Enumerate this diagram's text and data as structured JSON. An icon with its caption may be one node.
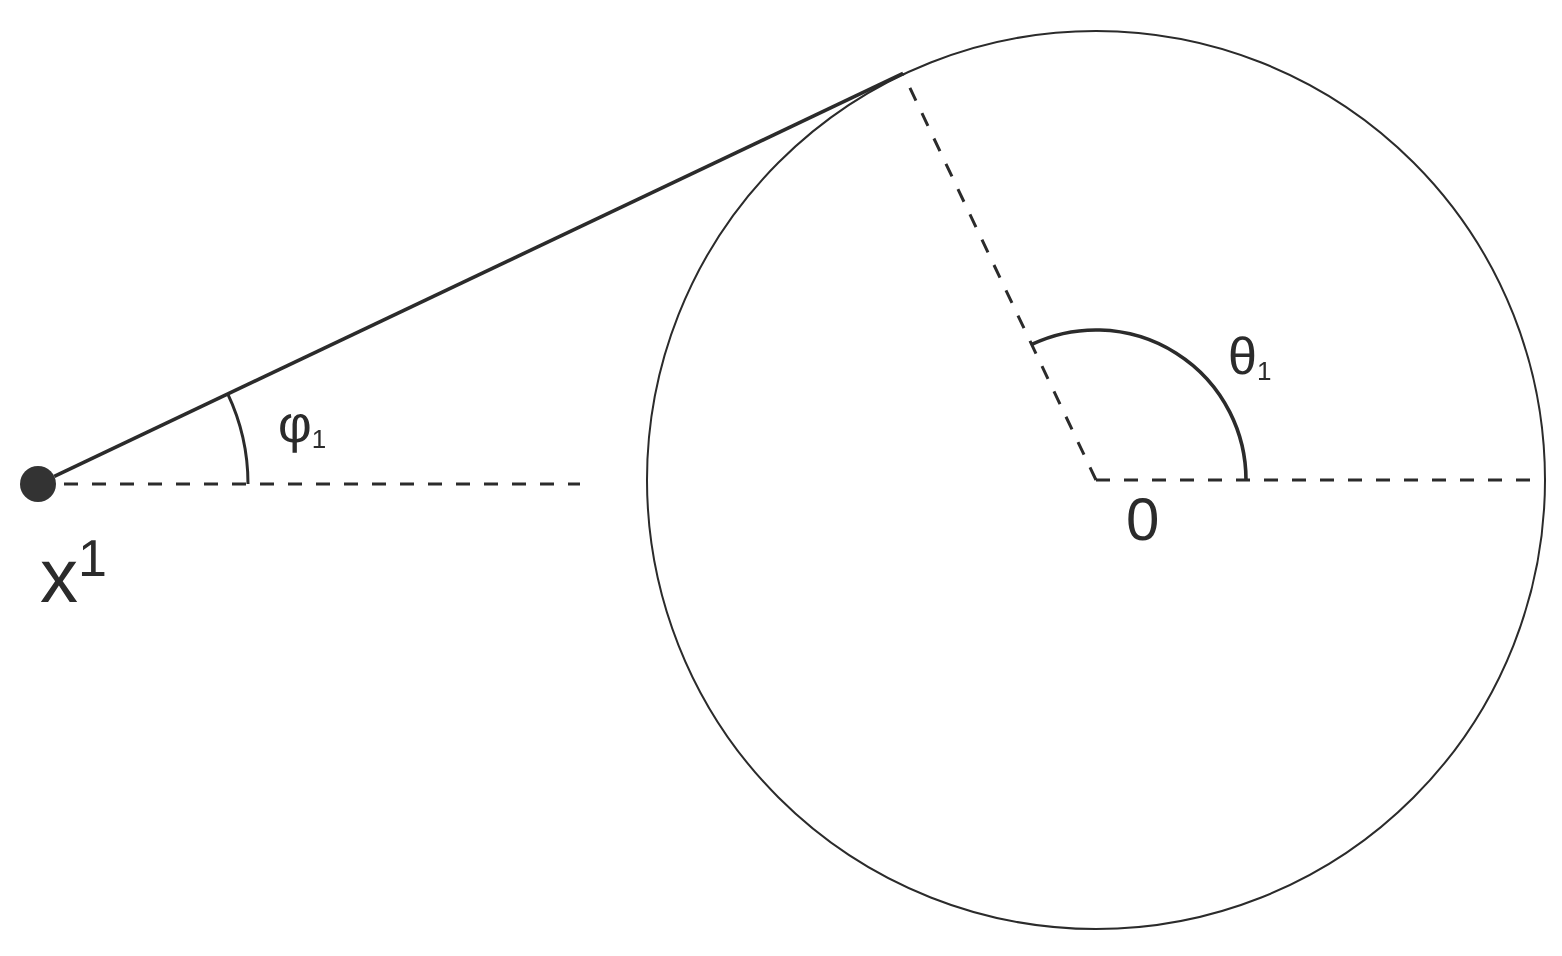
{
  "diagram": {
    "nodes": [
      {
        "text": [],
        "shape": "circle",
        "beside": [
          "x$^{1}$"
        ]
      },
      {
        "text": [],
        "shape": "circle"
      }
    ],
    "edges": [
      {
        "from": 0,
        "to": 1,
        "arrow": "none"
      }
    ],
    "labels": [
      "φ$_{1}$",
      "θ$_{1}$",
      "0"
    ]
  }
}
